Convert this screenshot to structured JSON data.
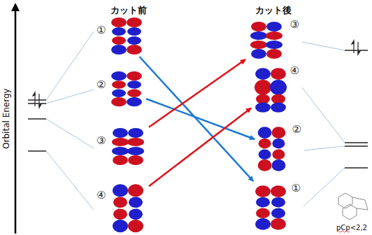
{
  "diagram": {
    "nodes": [
      {
        "text": [
          "①"
        ]
      },
      {
        "text": [
          "②"
        ]
      },
      {
        "text": [
          "③"
        ]
      },
      {
        "text": [
          "④"
        ]
      },
      {
        "text": [
          "③"
        ]
      },
      {
        "text": [
          "④"
        ]
      },
      {
        "text": [
          "②"
        ]
      },
      {
        "text": [
          "①"
        ]
      }
    ],
    "edges": [
      {
        "from": 0,
        "to": 7,
        "arrow": "to"
      },
      {
        "from": 1,
        "to": 6,
        "arrow": "to"
      },
      {
        "from": 2,
        "to": 4,
        "arrow": "to"
      },
      {
        "from": 3,
        "to": 5,
        "arrow": "to"
      }
    ],
    "labels": [
      "カット前",
      "カット後",
      "Orbital Energy",
      "pCp<2,2"
    ]
  }
}
